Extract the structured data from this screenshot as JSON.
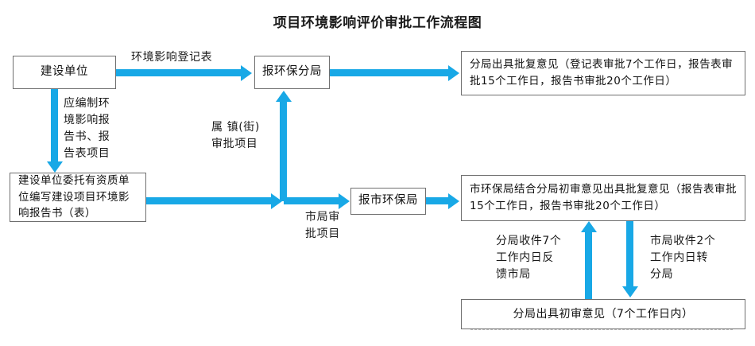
{
  "diagram": {
    "title": "项目环境影响评价审批工作流程图",
    "colors": {
      "arrow": "#18a8e6",
      "box_border": "#6f6f6f",
      "background": "#ffffff",
      "text": "#111111"
    },
    "watermark": "",
    "nodes": {
      "construction_unit": "建设单位",
      "commission_qualified_unit": "建设单位委托有资质单位编写建设项目环境影响报告书（表）",
      "report_branch_bureau": "报环保分局",
      "report_city_bureau": "报市环保局",
      "branch_reply_opinion": "分局出具批复意见（登记表审批7个工作日，报告表审批15个工作日，报告书审批20个工作日）",
      "city_reply_opinion": "市环保局结合分局初审意见出具批复意见（报告表审批15个工作日，报告书审批20个工作日）",
      "branch_preliminary_opinion": "分局出具初审意见（7个工作日内）"
    },
    "edge_labels": {
      "registration_form": "环境影响登记表",
      "should_prepare_report": "应编制环\n境影响报\n告书、报\n告表项目",
      "town_street_approval": "属 镇(街)\n审批项目",
      "city_bureau_approval": "市局审\n批项目",
      "branch_feedback_city": "分局收件7个\n工作内日反\n馈市局",
      "city_transfer_branch": "市局收件2个\n工作内日转\n分局"
    }
  }
}
